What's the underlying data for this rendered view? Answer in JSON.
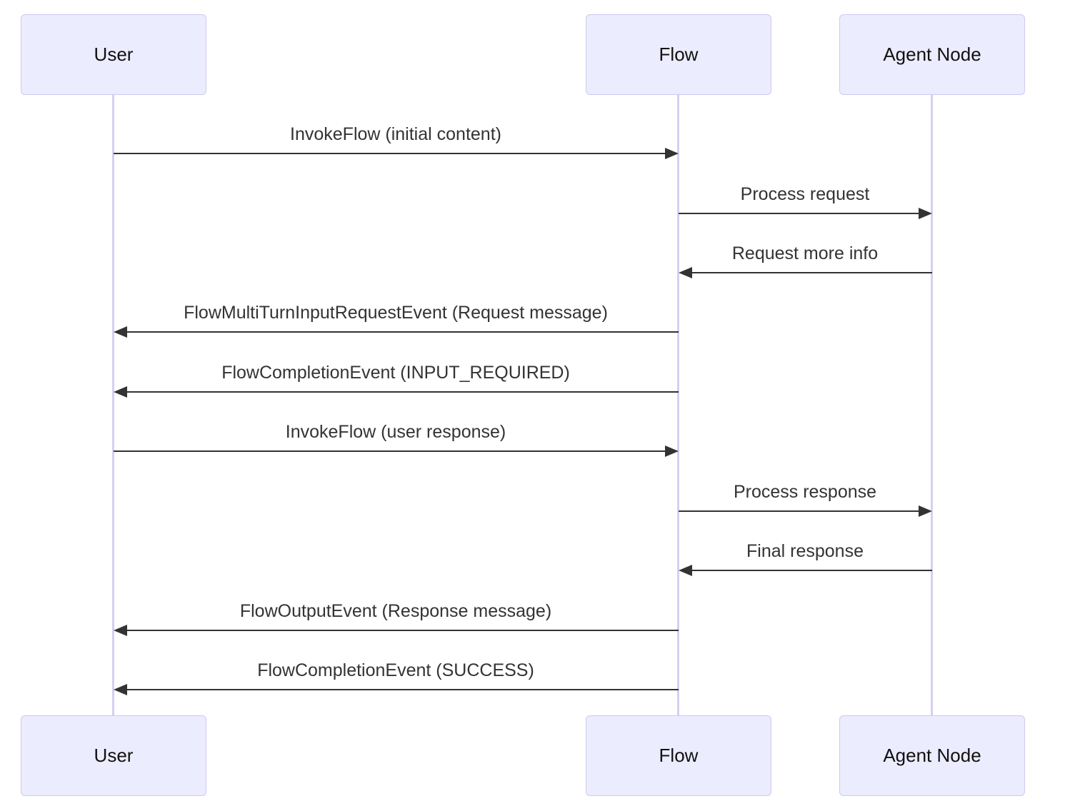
{
  "diagram": {
    "type": "sequence",
    "participants": [
      {
        "name": "User"
      },
      {
        "name": "Flow"
      },
      {
        "name": "Agent Node"
      }
    ],
    "messages": [
      {
        "from": "User",
        "to": "Flow",
        "arrow": "solid-right",
        "label": "InvokeFlow (initial content)"
      },
      {
        "from": "Flow",
        "to": "Agent Node",
        "arrow": "solid-right",
        "label": "Process request"
      },
      {
        "from": "Agent Node",
        "to": "Flow",
        "arrow": "solid-left",
        "label": "Request more info"
      },
      {
        "from": "Flow",
        "to": "User",
        "arrow": "solid-left",
        "label": "FlowMultiTurnInputRequestEvent (Request message)"
      },
      {
        "from": "Flow",
        "to": "User",
        "arrow": "solid-left",
        "label": "FlowCompletionEvent (INPUT_REQUIRED)"
      },
      {
        "from": "User",
        "to": "Flow",
        "arrow": "solid-right",
        "label": "InvokeFlow (user response)"
      },
      {
        "from": "Flow",
        "to": "Agent Node",
        "arrow": "solid-right",
        "label": "Process response"
      },
      {
        "from": "Agent Node",
        "to": "Flow",
        "arrow": "solid-left",
        "label": "Final response"
      },
      {
        "from": "Flow",
        "to": "User",
        "arrow": "solid-left",
        "label": "FlowOutputEvent (Response message)"
      },
      {
        "from": "Flow",
        "to": "User",
        "arrow": "solid-left",
        "label": "FlowCompletionEvent (SUCCESS)"
      }
    ],
    "colors": {
      "actor_fill": "#ECECFF",
      "actor_border": "#CFC9EC",
      "lifeline": "#D6CFF0",
      "arrow": "#333333",
      "message_text": "#333333",
      "actor_text": "#111111",
      "background": "#FFFFFF"
    }
  }
}
